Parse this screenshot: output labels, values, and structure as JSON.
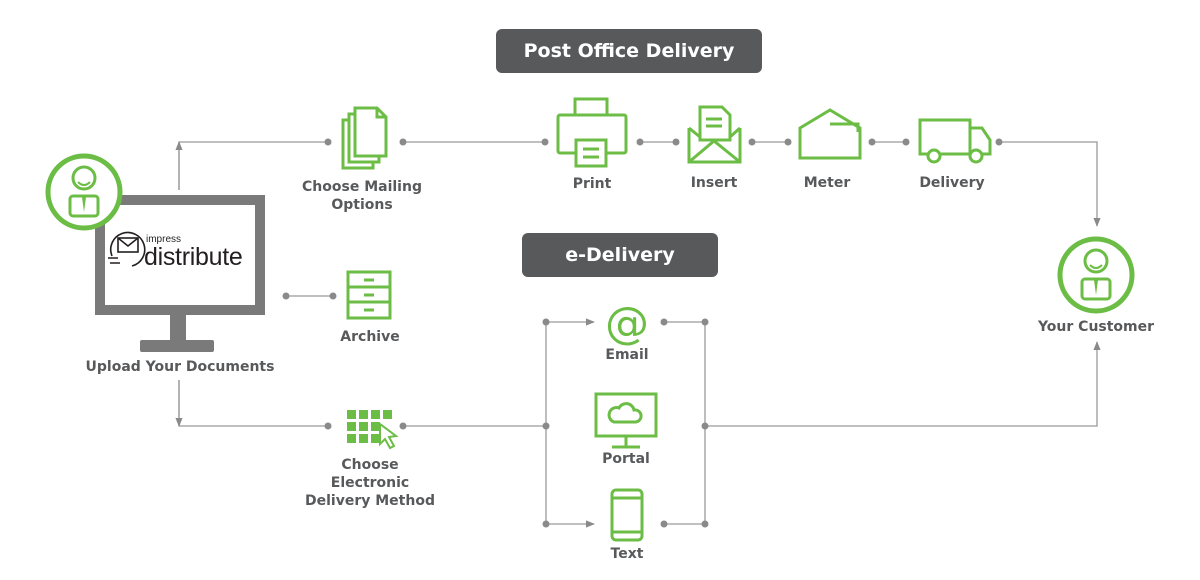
{
  "banners": {
    "post_office": "Post Office Delivery",
    "e_delivery": "e-Delivery"
  },
  "logo": {
    "small_text": "impress",
    "large_text": "distribute"
  },
  "labels": {
    "upload": "Upload Your Documents",
    "choose_mailing": "Choose Mailing Options",
    "archive": "Archive",
    "choose_electronic": "Choose Electronic Delivery Method",
    "print": "Print",
    "insert": "Insert",
    "meter": "Meter",
    "delivery": "Delivery",
    "email": "Email",
    "portal": "Portal",
    "text": "Text",
    "customer": "Your Customer"
  },
  "colors": {
    "accent_green": "#6cbd45",
    "dark_gray": "#58595b",
    "line_gray": "#8a8a8a"
  },
  "icons": [
    "user-icon",
    "monitor-icon",
    "documents-icon",
    "file-cabinet-icon",
    "grid-cursor-icon",
    "printer-icon",
    "envelope-letter-icon",
    "envelope-meter-icon",
    "truck-icon",
    "at-sign-icon",
    "cloud-monitor-icon",
    "mobile-phone-icon",
    "user-icon"
  ]
}
